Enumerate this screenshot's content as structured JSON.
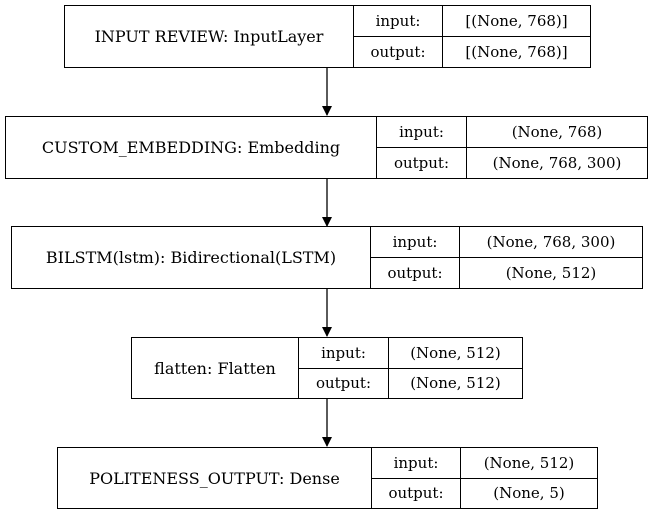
{
  "layers": [
    {
      "name": "INPUT REVIEW: InputLayer",
      "input_label": "input:",
      "input_shape": "[(None, 768)]",
      "output_label": "output:",
      "output_shape": "[(None, 768)]"
    },
    {
      "name": "CUSTOM_EMBEDDING: Embedding",
      "input_label": "input:",
      "input_shape": "(None, 768)",
      "output_label": "output:",
      "output_shape": "(None, 768, 300)"
    },
    {
      "name": "BILSTM(lstm): Bidirectional(LSTM)",
      "input_label": "input:",
      "input_shape": "(None, 768, 300)",
      "output_label": "output:",
      "output_shape": "(None, 512)"
    },
    {
      "name": "flatten: Flatten",
      "input_label": "input:",
      "input_shape": "(None, 512)",
      "output_label": "output:",
      "output_shape": "(None, 512)"
    },
    {
      "name": "POLITENESS_OUTPUT: Dense",
      "input_label": "input:",
      "input_shape": "(None, 512)",
      "output_label": "output:",
      "output_shape": "(None, 5)"
    }
  ]
}
